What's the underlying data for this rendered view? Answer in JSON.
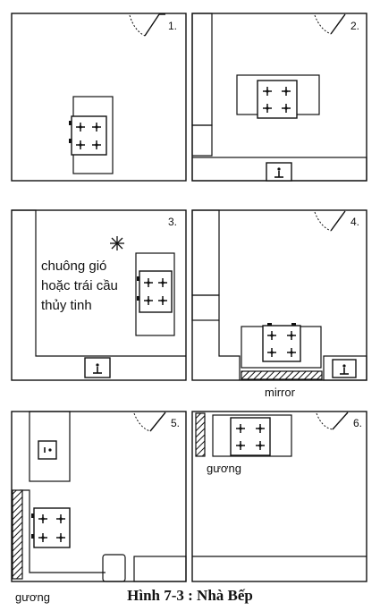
{
  "panels": [
    {
      "number": "1."
    },
    {
      "number": "2."
    },
    {
      "number": "3.",
      "note_lines": [
        "chuông gió",
        "hoặc trái cầu",
        "thủy tinh"
      ]
    },
    {
      "number": "4.",
      "label": "mirror"
    },
    {
      "number": "5.",
      "label": "gương"
    },
    {
      "number": "6.",
      "label": "gương"
    }
  ],
  "caption": "Hình 7-3 : Nhà Bếp",
  "icons": [
    "door-swing-icon",
    "stove-icon",
    "sink-icon",
    "windchime-icon",
    "mirror-hatch-icon"
  ],
  "colors": {
    "line": "#111111",
    "paper": "#ffffff"
  }
}
